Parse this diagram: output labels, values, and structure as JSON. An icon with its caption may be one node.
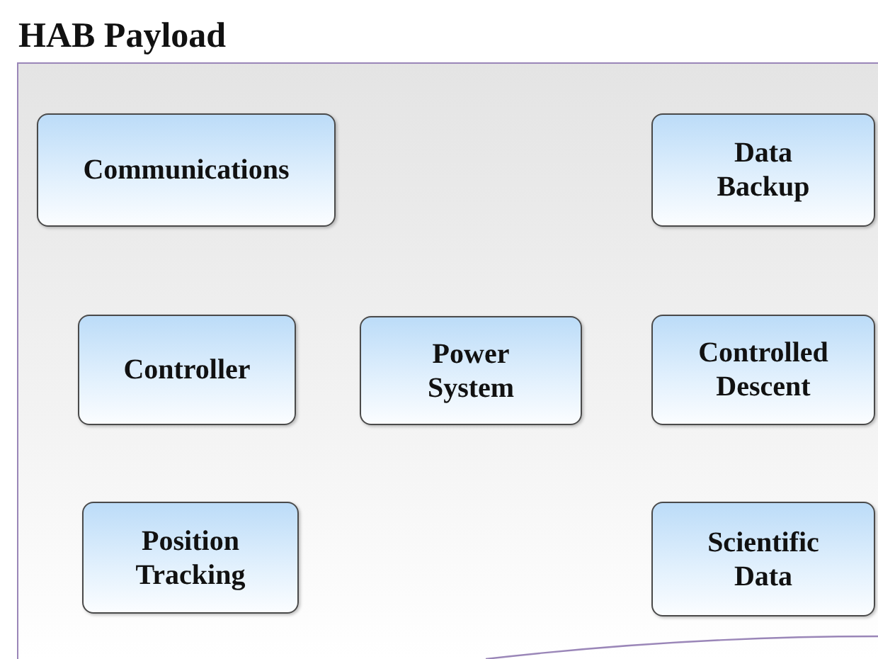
{
  "diagram": {
    "title": "HAB Payload",
    "nodes": [
      {
        "text": [
          "Communications"
        ]
      },
      {
        "text": [
          "Data Backup"
        ]
      },
      {
        "text": [
          "Controller"
        ]
      },
      {
        "text": [
          "Power System"
        ]
      },
      {
        "text": [
          "Controlled Descent"
        ]
      },
      {
        "text": [
          "Position Tracking"
        ]
      },
      {
        "text": [
          "Scientific Data"
        ]
      }
    ]
  }
}
